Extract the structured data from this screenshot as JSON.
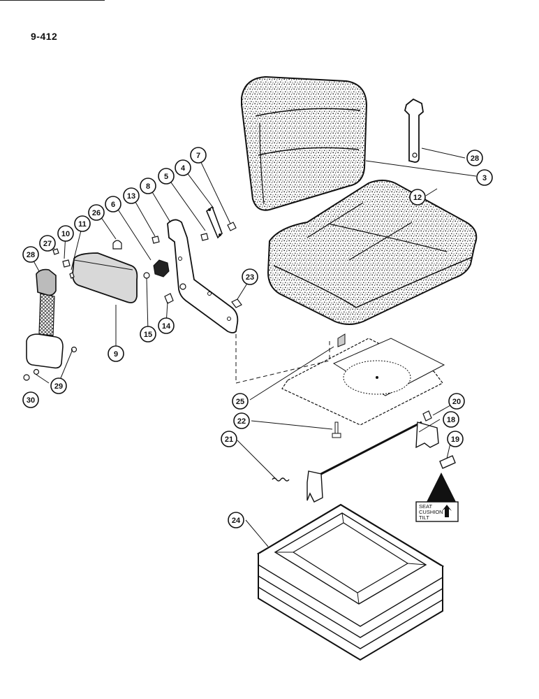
{
  "page_number": "9-412",
  "callouts": [
    {
      "id": "c28a",
      "label": "28"
    },
    {
      "id": "c3",
      "label": "3"
    },
    {
      "id": "c12",
      "label": "12"
    },
    {
      "id": "c7",
      "label": "7"
    },
    {
      "id": "c4",
      "label": "4"
    },
    {
      "id": "c5",
      "label": "5"
    },
    {
      "id": "c8",
      "label": "8"
    },
    {
      "id": "c13",
      "label": "13"
    },
    {
      "id": "c6",
      "label": "6"
    },
    {
      "id": "c26",
      "label": "26"
    },
    {
      "id": "c11",
      "label": "11"
    },
    {
      "id": "c10",
      "label": "10"
    },
    {
      "id": "c27",
      "label": "27"
    },
    {
      "id": "c28b",
      "label": "28"
    },
    {
      "id": "c23",
      "label": "23"
    },
    {
      "id": "c9",
      "label": "9"
    },
    {
      "id": "c15",
      "label": "15"
    },
    {
      "id": "c14",
      "label": "14"
    },
    {
      "id": "c29",
      "label": "29"
    },
    {
      "id": "c30",
      "label": "30"
    },
    {
      "id": "c25",
      "label": "25"
    },
    {
      "id": "c20",
      "label": "20"
    },
    {
      "id": "c22",
      "label": "22"
    },
    {
      "id": "c18",
      "label": "18"
    },
    {
      "id": "c21",
      "label": "21"
    },
    {
      "id": "c19",
      "label": "19"
    },
    {
      "id": "c24",
      "label": "24"
    }
  ],
  "decal": {
    "line1": "SEAT",
    "line2": "CUSHION",
    "line3": "TILT"
  }
}
